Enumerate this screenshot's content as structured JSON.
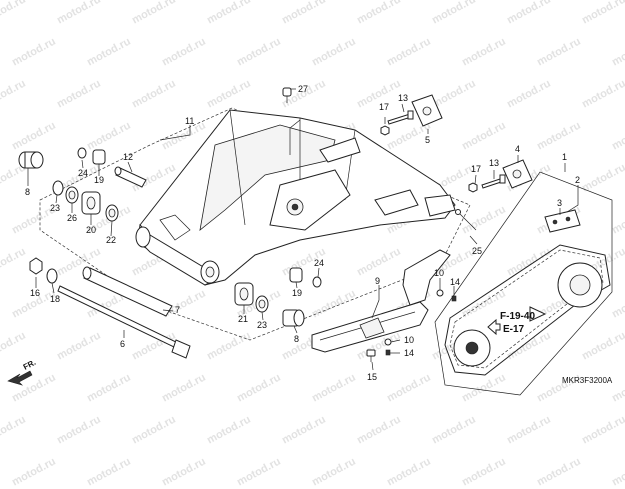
{
  "watermark": {
    "text": "motod.ru"
  },
  "figure_code": "MKR3F3200A",
  "front_marker": "FR.",
  "references": [
    {
      "id": "ref-f19",
      "label": "F-19-40"
    },
    {
      "id": "ref-e17",
      "label": "E-17"
    }
  ],
  "callouts": {
    "c1": "1",
    "c2": "2",
    "c3": "3",
    "c4": "4",
    "c5": "5",
    "c6": "6",
    "c7": "7",
    "c8a": "8",
    "c8b": "8",
    "c9": "9",
    "c10a": "10",
    "c10b": "10",
    "c11": "11",
    "c12": "12",
    "c13a": "13",
    "c13b": "13",
    "c14a": "14",
    "c14b": "14",
    "c15": "15",
    "c16": "16",
    "c17a": "17",
    "c17b": "17",
    "c18": "18",
    "c19a": "19",
    "c19b": "19",
    "c20": "20",
    "c21": "21",
    "c22": "22",
    "c23a": "23",
    "c23b": "23",
    "c24a": "24",
    "c24b": "24",
    "c25": "25",
    "c26": "26",
    "c27": "27"
  }
}
